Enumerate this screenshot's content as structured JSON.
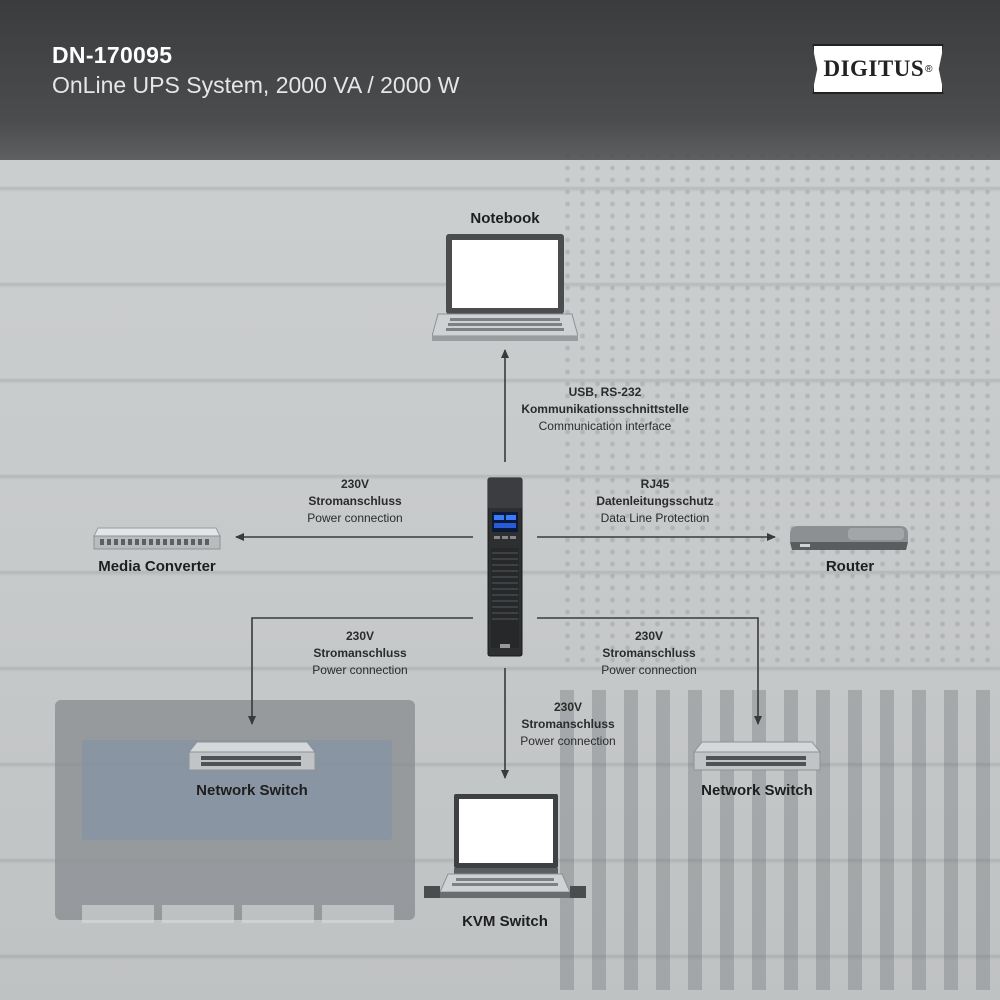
{
  "header": {
    "model": "DN-170095",
    "subtitle": "OnLine UPS System, 2000 VA / 2000 W",
    "logo_text": "DIGITUS",
    "logo_mark": "®"
  },
  "devices": {
    "notebook": "Notebook",
    "media_converter": "Media Converter",
    "router": "Router",
    "network_switch_left": "Network Switch",
    "network_switch_right": "Network Switch",
    "kvm_switch": "KVM Switch",
    "ups_icon": "ups-tower-icon"
  },
  "links": {
    "notebook": {
      "line1": "USB, RS-232",
      "line2": "Kommunikationsschnittstelle",
      "line3": "Communication interface"
    },
    "media_converter": {
      "line1": "230V",
      "line2": "Stromanschluss",
      "line3": "Power connection"
    },
    "router": {
      "line1": "RJ45",
      "line2": "Datenleitungsschutz",
      "line3": "Data Line Protection"
    },
    "switch_left": {
      "line1": "230V",
      "line2": "Stromanschluss",
      "line3": "Power connection"
    },
    "switch_right": {
      "line1": "230V",
      "line2": "Stromanschluss",
      "line3": "Power connection"
    },
    "kvm": {
      "line1": "230V",
      "line2": "Stromanschluss",
      "line3": "Power connection"
    }
  },
  "colors": {
    "header_bg": "#45474a",
    "arrow": "#3a3a3a",
    "background": "#cfd1d2"
  }
}
